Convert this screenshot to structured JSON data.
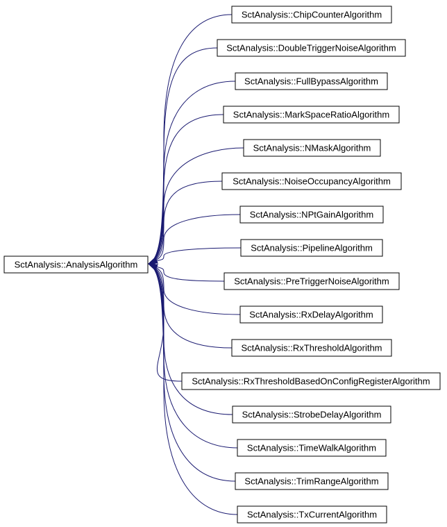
{
  "diagram": {
    "base_class": {
      "label": "SctAnalysis::AnalysisAlgorithm"
    },
    "derived_classes": [
      {
        "label": "SctAnalysis::ChipCounterAlgorithm"
      },
      {
        "label": "SctAnalysis::DoubleTriggerNoiseAlgorithm"
      },
      {
        "label": "SctAnalysis::FullBypassAlgorithm"
      },
      {
        "label": "SctAnalysis::MarkSpaceRatioAlgorithm"
      },
      {
        "label": "SctAnalysis::NMaskAlgorithm"
      },
      {
        "label": "SctAnalysis::NoiseOccupancyAlgorithm"
      },
      {
        "label": "SctAnalysis::NPtGainAlgorithm"
      },
      {
        "label": "SctAnalysis::PipelineAlgorithm"
      },
      {
        "label": "SctAnalysis::PreTriggerNoiseAlgorithm"
      },
      {
        "label": "SctAnalysis::RxDelayAlgorithm"
      },
      {
        "label": "SctAnalysis::RxThresholdAlgorithm"
      },
      {
        "label": "SctAnalysis::RxThresholdBasedOnConfigRegisterAlgorithm"
      },
      {
        "label": "SctAnalysis::StrobeDelayAlgorithm"
      },
      {
        "label": "SctAnalysis::TimeWalkAlgorithm"
      },
      {
        "label": "SctAnalysis::TrimRangeAlgorithm"
      },
      {
        "label": "SctAnalysis::TxCurrentAlgorithm"
      }
    ],
    "edge_color": "#191970"
  }
}
